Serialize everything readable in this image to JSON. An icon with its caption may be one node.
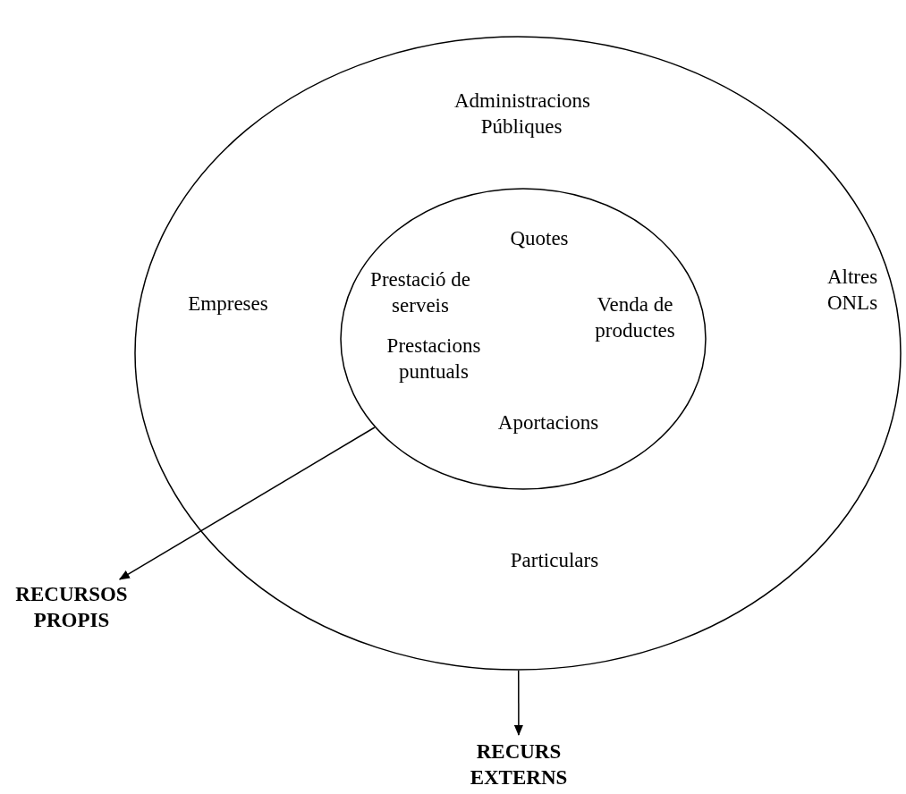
{
  "diagram": {
    "nodes": [
      {
        "text": [
          "Administracions Públiques",
          "Empreses",
          "Altres ONLs",
          "Particulars"
        ]
      },
      {
        "text": [
          "Quotes",
          "Prestació de serveis",
          "Venda de productes",
          "Prestacions puntuals",
          "Aportacions"
        ],
        "in": 0
      },
      {
        "text": [
          "RECURSOS PROPIS"
        ]
      },
      {
        "text": [
          "RECURS EXTERNS"
        ]
      }
    ],
    "edges": [
      {
        "from": 1,
        "to": 2,
        "arrow": "to"
      },
      {
        "from": 0,
        "to": 3,
        "arrow": "to"
      }
    ]
  }
}
